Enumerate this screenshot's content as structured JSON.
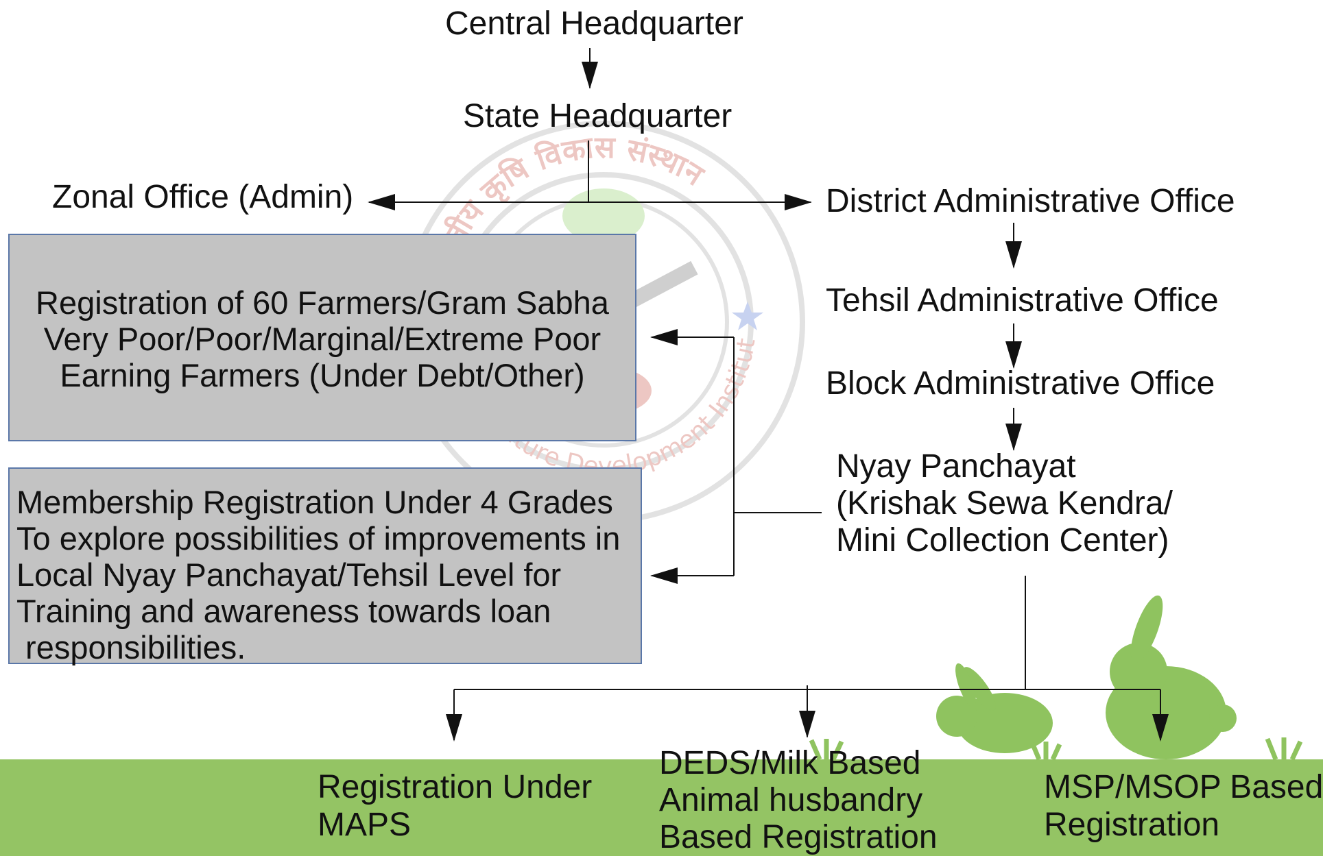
{
  "colors": {
    "box_fill": "#c3c3c3",
    "box_border": "#5a77a8",
    "ground": "#94c464",
    "bunny": "#8fc35f",
    "watermark": "#c0392b",
    "line": "#111111"
  },
  "hierarchy": {
    "central": "Central Headquarter",
    "state": "State Headquarter",
    "zonal": "Zonal Office (Admin)",
    "district": "District Administrative Office",
    "tehsil": "Tehsil Administrative Office",
    "block": "Block Administrative Office",
    "nyay": [
      "Nyay Panchayat",
      "(Krishak Sewa Kendra/",
      "Mini Collection Center)"
    ]
  },
  "boxes": {
    "farmers": [
      "Registration of 60 Farmers/Gram Sabha",
      "Very Poor/Poor/Marginal/Extreme Poor",
      "Earning Farmers (Under Debt/Other)"
    ],
    "membership": [
      "Membership Registration Under 4 Grades",
      "To explore possibilities of improvements in",
      "Local Nyay Panchayat/Tehsil Level for",
      "Training and awareness towards loan",
      " responsibilities."
    ]
  },
  "registrations": {
    "maps": [
      "Registration Under",
      "MAPS"
    ],
    "deds": [
      "DEDS/Milk Based",
      "Animal husbandry",
      "Based Registration"
    ],
    "msp": [
      "MSP/MSOP Based",
      "Registration"
    ]
  },
  "watermark": {
    "hindi": "भारतीय कृषि विकास संस्थान",
    "english": "Agriculture Development Institution"
  }
}
